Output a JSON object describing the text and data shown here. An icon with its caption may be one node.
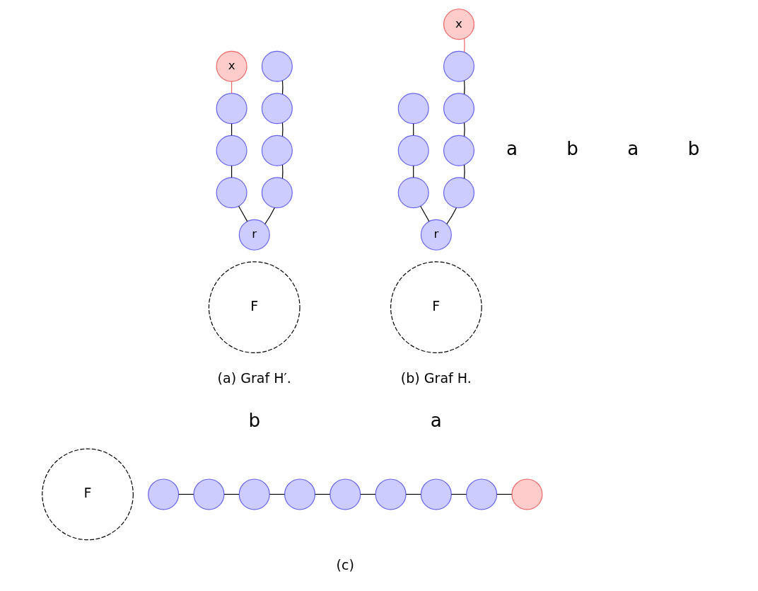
{
  "diagram": {
    "nodes": [
      {
        "text": [
          "x"
        ]
      },
      {
        "text": [],
        "shape": "circle"
      },
      {
        "text": [],
        "shape": "circle"
      },
      {
        "text": [],
        "shape": "circle"
      },
      {
        "text": [
          "r"
        ]
      },
      {
        "text": [],
        "shape": "circle"
      },
      {
        "text": [],
        "shape": "circle"
      },
      {
        "text": [],
        "shape": "circle"
      },
      {
        "text": [],
        "shape": "circle"
      },
      {
        "text": [
          "F"
        ]
      },
      {
        "text": [],
        "shape": "circle"
      },
      {
        "text": [],
        "shape": "circle"
      },
      {
        "text": [],
        "shape": "circle"
      },
      {
        "text": [
          "r"
        ]
      },
      {
        "text": [],
        "shape": "circle"
      },
      {
        "text": [],
        "shape": "circle"
      },
      {
        "text": [],
        "shape": "circle"
      },
      {
        "text": [],
        "shape": "circle"
      },
      {
        "text": [
          "x"
        ]
      },
      {
        "text": [
          "F"
        ]
      },
      {
        "text": [
          "F"
        ]
      },
      {
        "text": [],
        "shape": "circle"
      },
      {
        "text": [],
        "shape": "circle"
      },
      {
        "text": [],
        "shape": "circle"
      },
      {
        "text": [],
        "shape": "circle"
      },
      {
        "text": [],
        "shape": "circle"
      },
      {
        "text": [],
        "shape": "circle"
      },
      {
        "text": [],
        "shape": "circle"
      },
      {
        "text": [],
        "shape": "circle"
      },
      {
        "text": [],
        "shape": "circle"
      }
    ],
    "edges": [
      {
        "from": 0,
        "to": 1,
        "arrow": "none",
        "color": "#ee6666"
      },
      {
        "from": 1,
        "to": 2,
        "arrow": "none"
      },
      {
        "from": 2,
        "to": 3,
        "arrow": "none"
      },
      {
        "from": 3,
        "to": 4,
        "arrow": "none"
      },
      {
        "from": 4,
        "to": 5,
        "arrow": "none"
      },
      {
        "from": 5,
        "to": 6,
        "arrow": "none"
      },
      {
        "from": 6,
        "to": 7,
        "arrow": "none"
      },
      {
        "from": 7,
        "to": 8,
        "arrow": "none"
      },
      {
        "from": 10,
        "to": 11,
        "arrow": "none"
      },
      {
        "from": 11,
        "to": 12,
        "arrow": "none"
      },
      {
        "from": 12,
        "to": 13,
        "arrow": "none"
      },
      {
        "from": 13,
        "to": 14,
        "arrow": "none"
      },
      {
        "from": 14,
        "to": 15,
        "arrow": "none"
      },
      {
        "from": 15,
        "to": 16,
        "arrow": "none"
      },
      {
        "from": 16,
        "to": 17,
        "arrow": "none"
      },
      {
        "from": 17,
        "to": 18,
        "arrow": "none",
        "color": "#ee6666"
      },
      {
        "from": 21,
        "to": 22,
        "arrow": "none"
      },
      {
        "from": 22,
        "to": 23,
        "arrow": "none"
      },
      {
        "from": 23,
        "to": 24,
        "arrow": "none"
      },
      {
        "from": 24,
        "to": 25,
        "arrow": "none"
      },
      {
        "from": 25,
        "to": 26,
        "arrow": "none"
      },
      {
        "from": 26,
        "to": 27,
        "arrow": "none"
      },
      {
        "from": 27,
        "to": 28,
        "arrow": "none"
      },
      {
        "from": 28,
        "to": 29,
        "arrow": "none"
      }
    ],
    "labels": [
      "a",
      "b",
      "a",
      "b",
      "(a) Graf H′.",
      "(b) Graf H.",
      "b",
      "a",
      "(c)"
    ]
  }
}
